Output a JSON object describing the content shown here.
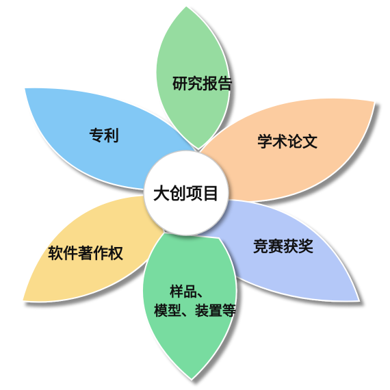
{
  "center": {
    "label": "大创项目",
    "color": "#ffffff"
  },
  "petals": [
    {
      "id": "research-report",
      "label": "研究报告",
      "color": "#96dca0"
    },
    {
      "id": "academic-paper",
      "label": "学术论文",
      "color": "#fccca0"
    },
    {
      "id": "competition-award",
      "label": "竞赛获奖",
      "color": "#b4c8f8"
    },
    {
      "id": "prototype",
      "label_line1": "样品、",
      "label_line2": "模型、装置等",
      "color": "#78dca0"
    },
    {
      "id": "software-copyright",
      "label": "软件著作权",
      "color": "#fadc8c"
    },
    {
      "id": "patent",
      "label": "专利",
      "color": "#82c8f5"
    }
  ]
}
